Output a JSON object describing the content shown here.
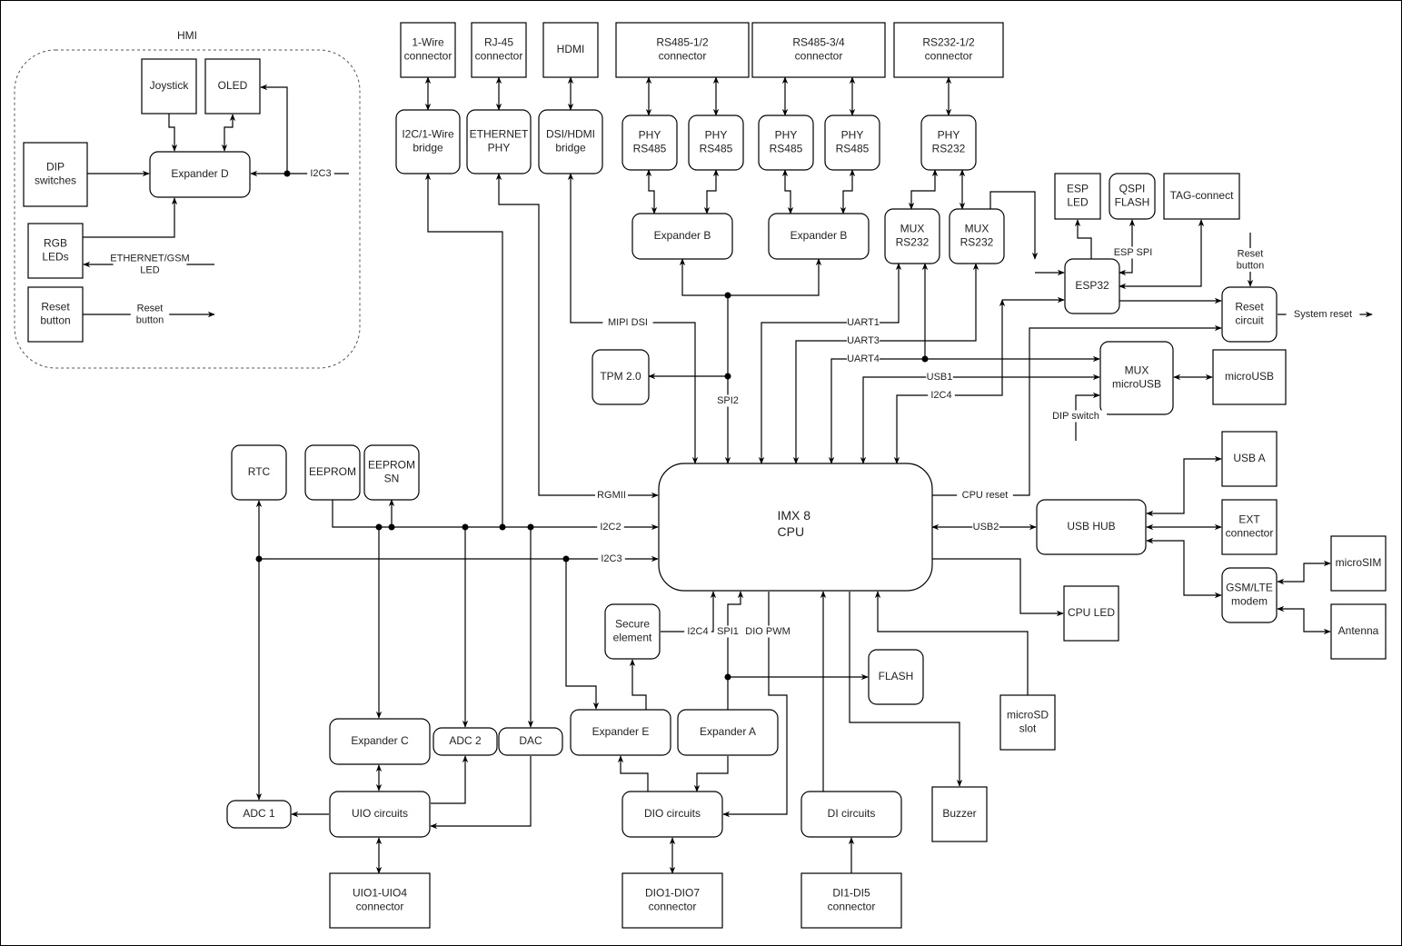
{
  "diagram": {
    "groups": [
      {
        "id": "hmi",
        "label": "HMI"
      }
    ],
    "blocks": {
      "joystick": [
        "Joystick"
      ],
      "oled": [
        "OLED"
      ],
      "dip_switches": [
        "DIP",
        "switches"
      ],
      "expander_d": [
        "Expander D"
      ],
      "rgb_leds": [
        "RGB",
        "LEDs"
      ],
      "reset_button": [
        "Reset",
        "button"
      ],
      "onewire_connector": [
        "1-Wire",
        "connector"
      ],
      "rj45_connector": [
        "RJ-45",
        "connector"
      ],
      "hdmi": [
        "HDMI"
      ],
      "rs485_12_connector": [
        "RS485-1/2",
        "connector"
      ],
      "rs485_34_connector": [
        "RS485-3/4",
        "connector"
      ],
      "rs232_12_connector": [
        "RS232-1/2",
        "connector"
      ],
      "i2c_onewire_bridge": [
        "I2C/1-Wire",
        "bridge"
      ],
      "ethernet_phy": [
        "ETHERNET",
        "PHY"
      ],
      "dsi_hdmi_bridge": [
        "DSI/HDMI",
        "bridge"
      ],
      "phy_rs485_1": [
        "PHY",
        "RS485"
      ],
      "phy_rs485_2": [
        "PHY",
        "RS485"
      ],
      "phy_rs485_3": [
        "PHY",
        "RS485"
      ],
      "phy_rs485_4": [
        "PHY",
        "RS485"
      ],
      "phy_rs232": [
        "PHY",
        "RS232"
      ],
      "expander_b_1": [
        "Expander B"
      ],
      "expander_b_2": [
        "Expander B"
      ],
      "mux_rs232_1": [
        "MUX",
        "RS232"
      ],
      "mux_rs232_2": [
        "MUX",
        "RS232"
      ],
      "esp_led": [
        "ESP",
        "LED"
      ],
      "qspi_flash": [
        "QSPI",
        "FLASH"
      ],
      "tag_connect": [
        "TAG-connect"
      ],
      "esp32": [
        "ESP32"
      ],
      "reset_circuit": [
        "Reset",
        "circuit"
      ],
      "tpm": [
        "TPM 2.0"
      ],
      "mux_microusb": [
        "MUX",
        "microUSB"
      ],
      "microusb": [
        "microUSB"
      ],
      "rtc": [
        "RTC"
      ],
      "eeprom": [
        "EEPROM"
      ],
      "eeprom_sn": [
        "EEPROM",
        "SN"
      ],
      "cpu": [
        "IMX 8",
        "CPU"
      ],
      "usb_a": [
        "USB A"
      ],
      "usb_hub": [
        "USB HUB"
      ],
      "ext_connector": [
        "EXT",
        "connector"
      ],
      "microsim": [
        "microSIM"
      ],
      "gsm_modem": [
        "GSM/LTE",
        "modem"
      ],
      "antenna": [
        "Antenna"
      ],
      "cpu_led": [
        "CPU LED"
      ],
      "secure_element": [
        "Secure",
        "element"
      ],
      "flash": [
        "FLASH"
      ],
      "microsd": [
        "microSD",
        "slot"
      ],
      "expander_c": [
        "Expander C"
      ],
      "adc2": [
        "ADC 2"
      ],
      "dac": [
        "DAC"
      ],
      "expander_e": [
        "Expander E"
      ],
      "expander_a": [
        "Expander A"
      ],
      "adc1": [
        "ADC 1"
      ],
      "uio_circuits": [
        "UIO circuits"
      ],
      "dio_circuits": [
        "DIO circuits"
      ],
      "di_circuits": [
        "DI circuits"
      ],
      "buzzer": [
        "Buzzer"
      ],
      "uio_connector": [
        "UIO1-UIO4",
        "connector"
      ],
      "dio_connector": [
        "DIO1-DIO7",
        "connector"
      ],
      "di_connector": [
        "DI1-DI5",
        "connector"
      ]
    },
    "signals": {
      "hmi_i2c3": "I2C3",
      "eth_gsm_led": [
        "ETHERNET/GSM",
        "LED"
      ],
      "hmi_reset": [
        "Reset",
        "button"
      ],
      "mipi_dsi": "MIPI DSI",
      "spi2": "SPI2",
      "uart1": "UART1",
      "uart3": "UART3",
      "uart4": "UART4",
      "usb1": "USB1",
      "i2c4_top": "I2C4",
      "dip_switch": "DIP switch",
      "esp_spi": "ESP SPI",
      "reset_button_in": [
        "Reset",
        "button"
      ],
      "system_reset": "System reset",
      "rgmii": "RGMII",
      "i2c2": "I2C2",
      "i2c3": "I2C3",
      "cpu_reset": "CPU reset",
      "usb2": "USB2",
      "i2c4_bottom": "I2C4",
      "spi1": "SPI1",
      "dio_pwm": "DIO PWM"
    }
  }
}
